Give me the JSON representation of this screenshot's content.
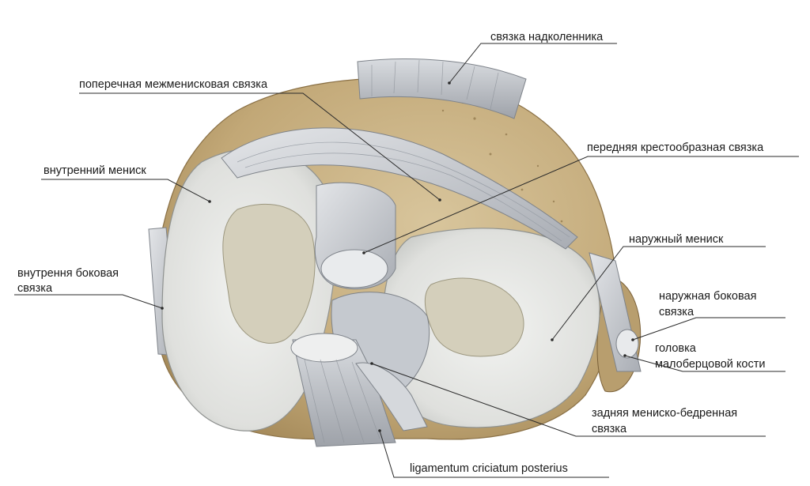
{
  "labels": {
    "patellar_ligament": "связка надколенника",
    "transverse_ligament": "поперечная межменисковая связка",
    "medial_meniscus": "внутренний мениск",
    "anterior_cruciate": "передняя крестообразная связка",
    "lateral_meniscus": "наружный мениск",
    "medial_collateral_1": "внутрення боковая",
    "medial_collateral_2": "связка",
    "lateral_collateral_1": "наружная боковая",
    "lateral_collateral_2": "связка",
    "fibula_head_1": "головка",
    "fibula_head_2": "малоберцовой кости",
    "posterior_meniscofemoral_1": "задняя мениско-бедренная",
    "posterior_meniscofemoral_2": "связка",
    "posterior_cruciate": "ligamentum criciatum posterius"
  },
  "colors": {
    "bone": "#c9b38a",
    "meniscus": "#e6e7e4",
    "cartilage": "#d6d2c0",
    "ligament": "#c8cbd1",
    "leader": "#2a2a2a"
  }
}
